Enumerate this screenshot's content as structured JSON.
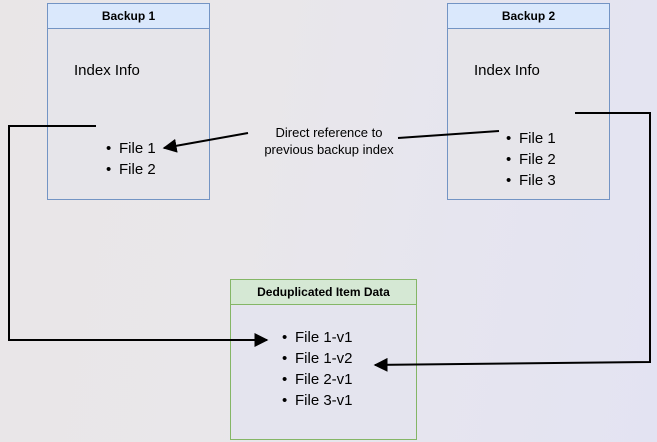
{
  "diagram": {
    "title_hidden": "",
    "background_colors": {
      "left": "#e9e6e7",
      "right": "#e3e3f2"
    },
    "accent_blue_border": "#7394c4",
    "accent_blue_fill": "#dae8fc",
    "accent_green_border": "#84b666",
    "accent_green_fill": "#d5e8d4",
    "body_fill": "#e6e5ea",
    "edge_color": "#000000"
  },
  "backup1": {
    "header": "Backup 1",
    "section_label": "Index Info",
    "files": [
      "File 1",
      "File 2"
    ]
  },
  "backup2": {
    "header": "Backup 2",
    "section_label": "Index Info",
    "files": [
      "File 1",
      "File 2",
      "File 3"
    ]
  },
  "dedup": {
    "header": "Deduplicated Item Data",
    "items": [
      "File 1-v1",
      "File 1-v2",
      "File 2-v1",
      "File 3-v1"
    ]
  },
  "annotation": {
    "line1": "Direct reference to",
    "line2": "previous backup index"
  },
  "edges": [
    {
      "name": "backup1-file1-to-dedup-file1v1",
      "from": "Backup 1 / File 1",
      "to": "Deduplicated Item Data / File 1-v1",
      "arrowhead": "end"
    },
    {
      "name": "backup2-file1-to-dedup-file1v2",
      "from": "Backup 2 / File 1",
      "to": "Deduplicated Item Data / File 1-v2",
      "arrowhead": "end"
    },
    {
      "name": "annotation-to-backup1-file2",
      "from": "Direct reference to previous backup index",
      "to": "Backup 1 / File 2",
      "arrowhead": "end"
    },
    {
      "name": "annotation-to-backup2-file2",
      "from": "Direct reference to previous backup index",
      "to": "Backup 2 / File 2",
      "arrowhead": "none"
    }
  ]
}
